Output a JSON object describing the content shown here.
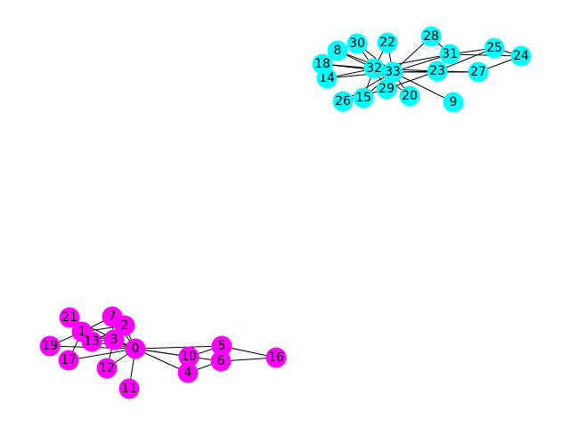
{
  "graph": {
    "groups": {
      "cyan": "#00FFFF",
      "magenta": "#FF00FF"
    },
    "edge_color": "#000000",
    "nodes": [
      {
        "id": "0",
        "group": "magenta"
      },
      {
        "id": "1",
        "group": "magenta"
      },
      {
        "id": "2",
        "group": "magenta"
      },
      {
        "id": "3",
        "group": "magenta"
      },
      {
        "id": "4",
        "group": "magenta"
      },
      {
        "id": "5",
        "group": "magenta"
      },
      {
        "id": "6",
        "group": "magenta"
      },
      {
        "id": "7",
        "group": "magenta"
      },
      {
        "id": "8",
        "group": "cyan"
      },
      {
        "id": "9",
        "group": "cyan"
      },
      {
        "id": "10",
        "group": "magenta"
      },
      {
        "id": "11",
        "group": "magenta"
      },
      {
        "id": "12",
        "group": "magenta"
      },
      {
        "id": "13",
        "group": "magenta"
      },
      {
        "id": "14",
        "group": "cyan"
      },
      {
        "id": "15",
        "group": "cyan"
      },
      {
        "id": "16",
        "group": "magenta"
      },
      {
        "id": "17",
        "group": "magenta"
      },
      {
        "id": "18",
        "group": "cyan"
      },
      {
        "id": "19",
        "group": "magenta"
      },
      {
        "id": "20",
        "group": "cyan"
      },
      {
        "id": "21",
        "group": "magenta"
      },
      {
        "id": "22",
        "group": "cyan"
      },
      {
        "id": "23",
        "group": "cyan"
      },
      {
        "id": "24",
        "group": "cyan"
      },
      {
        "id": "25",
        "group": "cyan"
      },
      {
        "id": "26",
        "group": "cyan"
      },
      {
        "id": "27",
        "group": "cyan"
      },
      {
        "id": "28",
        "group": "cyan"
      },
      {
        "id": "29",
        "group": "cyan"
      },
      {
        "id": "30",
        "group": "cyan"
      },
      {
        "id": "31",
        "group": "cyan"
      },
      {
        "id": "32",
        "group": "cyan"
      },
      {
        "id": "33",
        "group": "cyan"
      }
    ],
    "edges": [
      [
        "0",
        "1"
      ],
      [
        "0",
        "2"
      ],
      [
        "0",
        "3"
      ],
      [
        "0",
        "4"
      ],
      [
        "0",
        "5"
      ],
      [
        "0",
        "6"
      ],
      [
        "0",
        "7"
      ],
      [
        "0",
        "10"
      ],
      [
        "0",
        "11"
      ],
      [
        "0",
        "12"
      ],
      [
        "0",
        "13"
      ],
      [
        "0",
        "17"
      ],
      [
        "0",
        "19"
      ],
      [
        "0",
        "21"
      ],
      [
        "1",
        "2"
      ],
      [
        "1",
        "3"
      ],
      [
        "1",
        "7"
      ],
      [
        "1",
        "13"
      ],
      [
        "1",
        "17"
      ],
      [
        "1",
        "19"
      ],
      [
        "1",
        "21"
      ],
      [
        "2",
        "3"
      ],
      [
        "2",
        "7"
      ],
      [
        "2",
        "13"
      ],
      [
        "3",
        "7"
      ],
      [
        "3",
        "12"
      ],
      [
        "3",
        "13"
      ],
      [
        "4",
        "6"
      ],
      [
        "4",
        "10"
      ],
      [
        "5",
        "6"
      ],
      [
        "5",
        "10"
      ],
      [
        "5",
        "16"
      ],
      [
        "6",
        "16"
      ],
      [
        "8",
        "30"
      ],
      [
        "8",
        "32"
      ],
      [
        "8",
        "33"
      ],
      [
        "9",
        "33"
      ],
      [
        "14",
        "32"
      ],
      [
        "14",
        "33"
      ],
      [
        "15",
        "32"
      ],
      [
        "15",
        "33"
      ],
      [
        "18",
        "32"
      ],
      [
        "18",
        "33"
      ],
      [
        "20",
        "32"
      ],
      [
        "20",
        "33"
      ],
      [
        "22",
        "32"
      ],
      [
        "22",
        "33"
      ],
      [
        "23",
        "25"
      ],
      [
        "23",
        "27"
      ],
      [
        "23",
        "29"
      ],
      [
        "23",
        "32"
      ],
      [
        "23",
        "33"
      ],
      [
        "24",
        "25"
      ],
      [
        "24",
        "27"
      ],
      [
        "24",
        "31"
      ],
      [
        "25",
        "31"
      ],
      [
        "26",
        "29"
      ],
      [
        "26",
        "33"
      ],
      [
        "27",
        "33"
      ],
      [
        "28",
        "31"
      ],
      [
        "28",
        "33"
      ],
      [
        "29",
        "32"
      ],
      [
        "29",
        "33"
      ],
      [
        "30",
        "32"
      ],
      [
        "30",
        "33"
      ],
      [
        "31",
        "32"
      ],
      [
        "31",
        "33"
      ],
      [
        "32",
        "33"
      ]
    ]
  }
}
